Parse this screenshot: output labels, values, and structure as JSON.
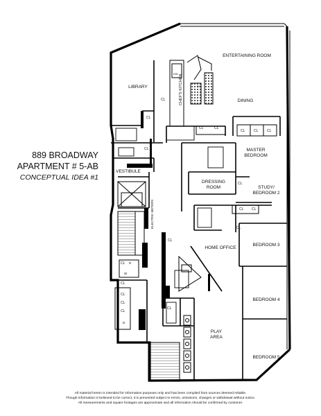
{
  "header": {
    "address": "889 BROADWAY",
    "apartment": "APARTMENT # 5-AB",
    "idea": "CONCEPTUAL IDEA #1"
  },
  "rooms": {
    "entertaining_room": "ENTERTAINING ROOM",
    "library": "LIBRARY",
    "chefs_kitchen": "CHEF'S KITCHEN",
    "dining": "DINING",
    "master_bedroom_1": "MASTER",
    "master_bedroom_2": "BEDROOM",
    "vestibule": "VESTIBULE",
    "dressing_room_1": "DRESSING",
    "dressing_room_2": "ROOM",
    "study_1": "STUDY/",
    "study_2": "BEDROOM 2",
    "electric_meters": "ELECTRIC METERS",
    "home_office": "HOME OFFICE",
    "bedroom_3": "BEDROOM 3",
    "bedroom_4": "BEDROOM 4",
    "bedroom_5": "BEDROOM 5",
    "play_area_1": "PLAY",
    "play_area_2": "AREA"
  },
  "fixtures": {
    "closet": "CL",
    "dw": "DW",
    "refrigerator": "R",
    "washer": "W",
    "dryer": "D"
  },
  "disclaimer": {
    "line1": "All material herein is intended for information purposes only and has been compiled from sources deemed reliable.",
    "line2": "Though information is believed to be correct, it is presented subject to errors, omissions, changes or withdrawal without notice.",
    "line3": "All measurements and square footages are approximate and all information should be confirmed by customer."
  }
}
